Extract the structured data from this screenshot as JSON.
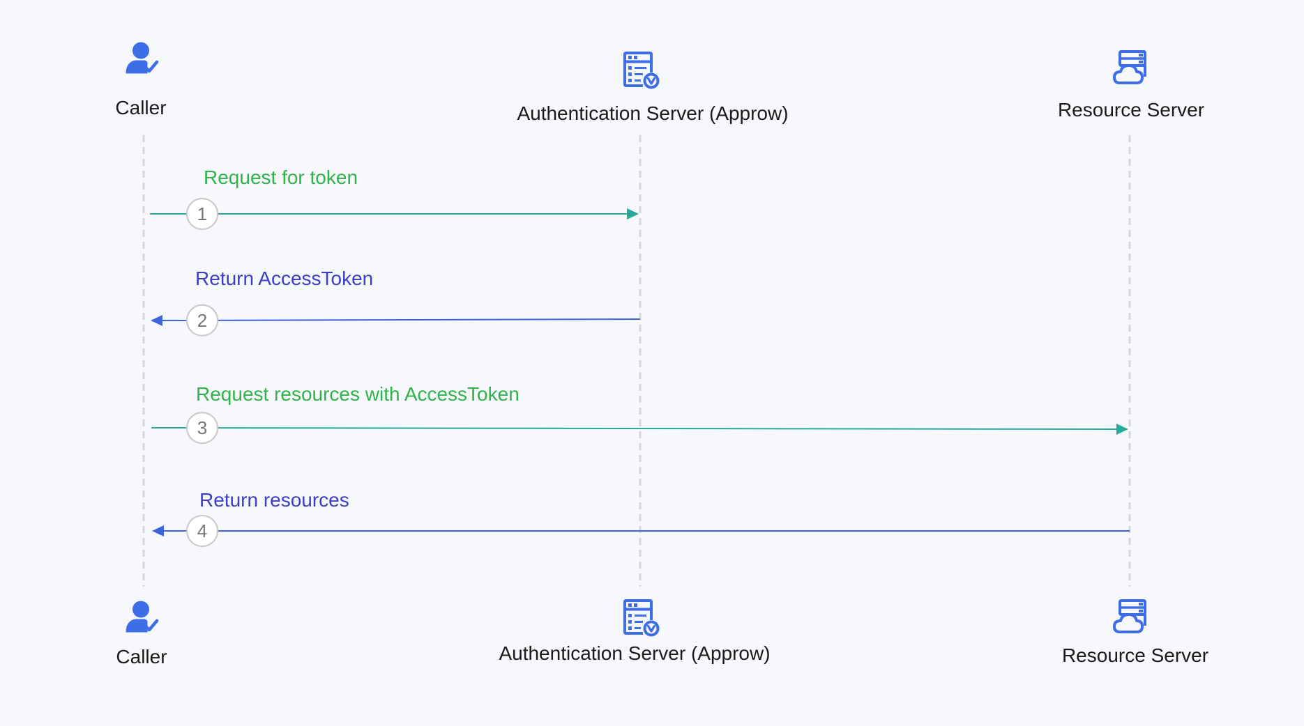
{
  "colors": {
    "background": "#f7f8fc",
    "icon": "#3d6ee8",
    "request": "#24a99a",
    "response": "#3d63dd",
    "request_text": "#2fb34a",
    "response_text": "#3c3fc2",
    "lifeline": "#d4d6dc",
    "badge_border": "#c8c8c8",
    "badge_text": "#777777",
    "actor_text": "#1a1a1a"
  },
  "actors": [
    {
      "id": "caller",
      "label": "Caller",
      "icon": "user-check-icon"
    },
    {
      "id": "auth",
      "label": "Authentication Server (Approw)",
      "icon": "server-check-icon"
    },
    {
      "id": "resource",
      "label": "Resource Server",
      "icon": "server-cloud-icon"
    }
  ],
  "messages": [
    {
      "step": "1",
      "label": "Request for token",
      "from": "caller",
      "to": "auth",
      "kind": "request"
    },
    {
      "step": "2",
      "label": "Return AccessToken",
      "from": "auth",
      "to": "caller",
      "kind": "response"
    },
    {
      "step": "3",
      "label": "Request resources with AccessToken",
      "from": "caller",
      "to": "resource",
      "kind": "request"
    },
    {
      "step": "4",
      "label": "Return resources",
      "from": "resource",
      "to": "caller",
      "kind": "response"
    }
  ]
}
